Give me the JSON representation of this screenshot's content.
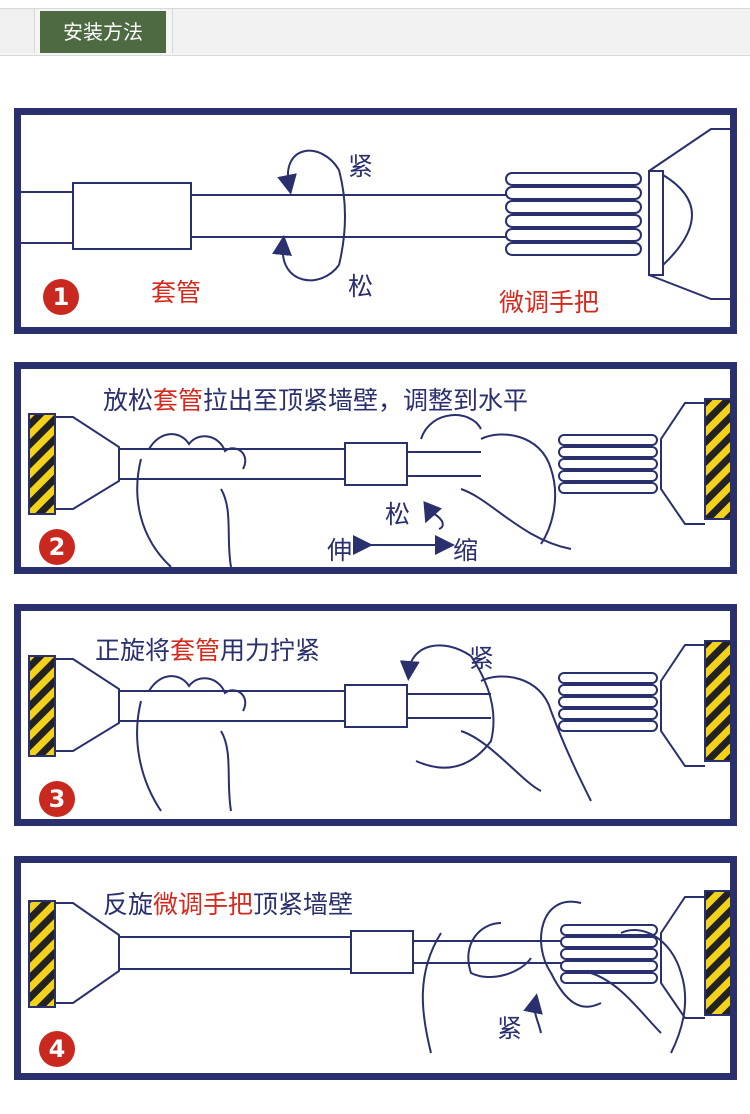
{
  "header": {
    "tab_label": "安装方法"
  },
  "steps": [
    {
      "number": "1",
      "labels": {
        "sleeve": "套管",
        "tighten": "紧",
        "loosen": "松",
        "knob": "微调手把"
      }
    },
    {
      "number": "2",
      "caption": {
        "a": "放松",
        "b": "套管",
        "c": "拉出至顶紧墙壁，调整到水平"
      },
      "labels": {
        "loosen": "松",
        "extend": "伸",
        "shrink": "缩"
      }
    },
    {
      "number": "3",
      "caption": {
        "a": "正旋将",
        "b": "套管",
        "c": "用力拧紧"
      },
      "labels": {
        "tighten": "紧"
      }
    },
    {
      "number": "4",
      "caption": {
        "a": "反旋",
        "b": "微调手把",
        "c": "顶紧墙壁"
      },
      "labels": {
        "tighten": "紧"
      }
    }
  ],
  "colors": {
    "frame": "#2a2f6e",
    "header_tab": "#4e6a43",
    "accent_red": "#d42a1e",
    "number_bg": "#c8281e",
    "hazard_yellow": "#f2d21a"
  }
}
